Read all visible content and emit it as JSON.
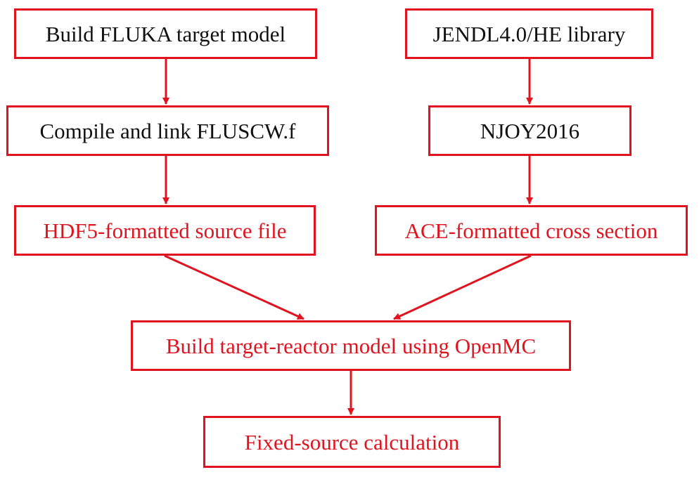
{
  "nodes": {
    "build_fluka": "Build FLUKA target model",
    "jendl": "JENDL4.0/HE library",
    "compile": "Compile and link FLUSCW.f",
    "njoy": "NJOY2016",
    "hdf5": "HDF5-formatted source file",
    "ace": "ACE-formatted cross section",
    "openmc": "Build target-reactor model using OpenMC",
    "fixed": "Fixed-source calculation"
  },
  "colors": {
    "accent": "#e0141e",
    "text_dark": "#111111",
    "background": "#ffffff"
  },
  "edges": [
    {
      "from": "build_fluka",
      "to": "compile"
    },
    {
      "from": "compile",
      "to": "hdf5"
    },
    {
      "from": "jendl",
      "to": "njoy"
    },
    {
      "from": "njoy",
      "to": "ace"
    },
    {
      "from": "hdf5",
      "to": "openmc"
    },
    {
      "from": "ace",
      "to": "openmc"
    },
    {
      "from": "openmc",
      "to": "fixed"
    }
  ]
}
